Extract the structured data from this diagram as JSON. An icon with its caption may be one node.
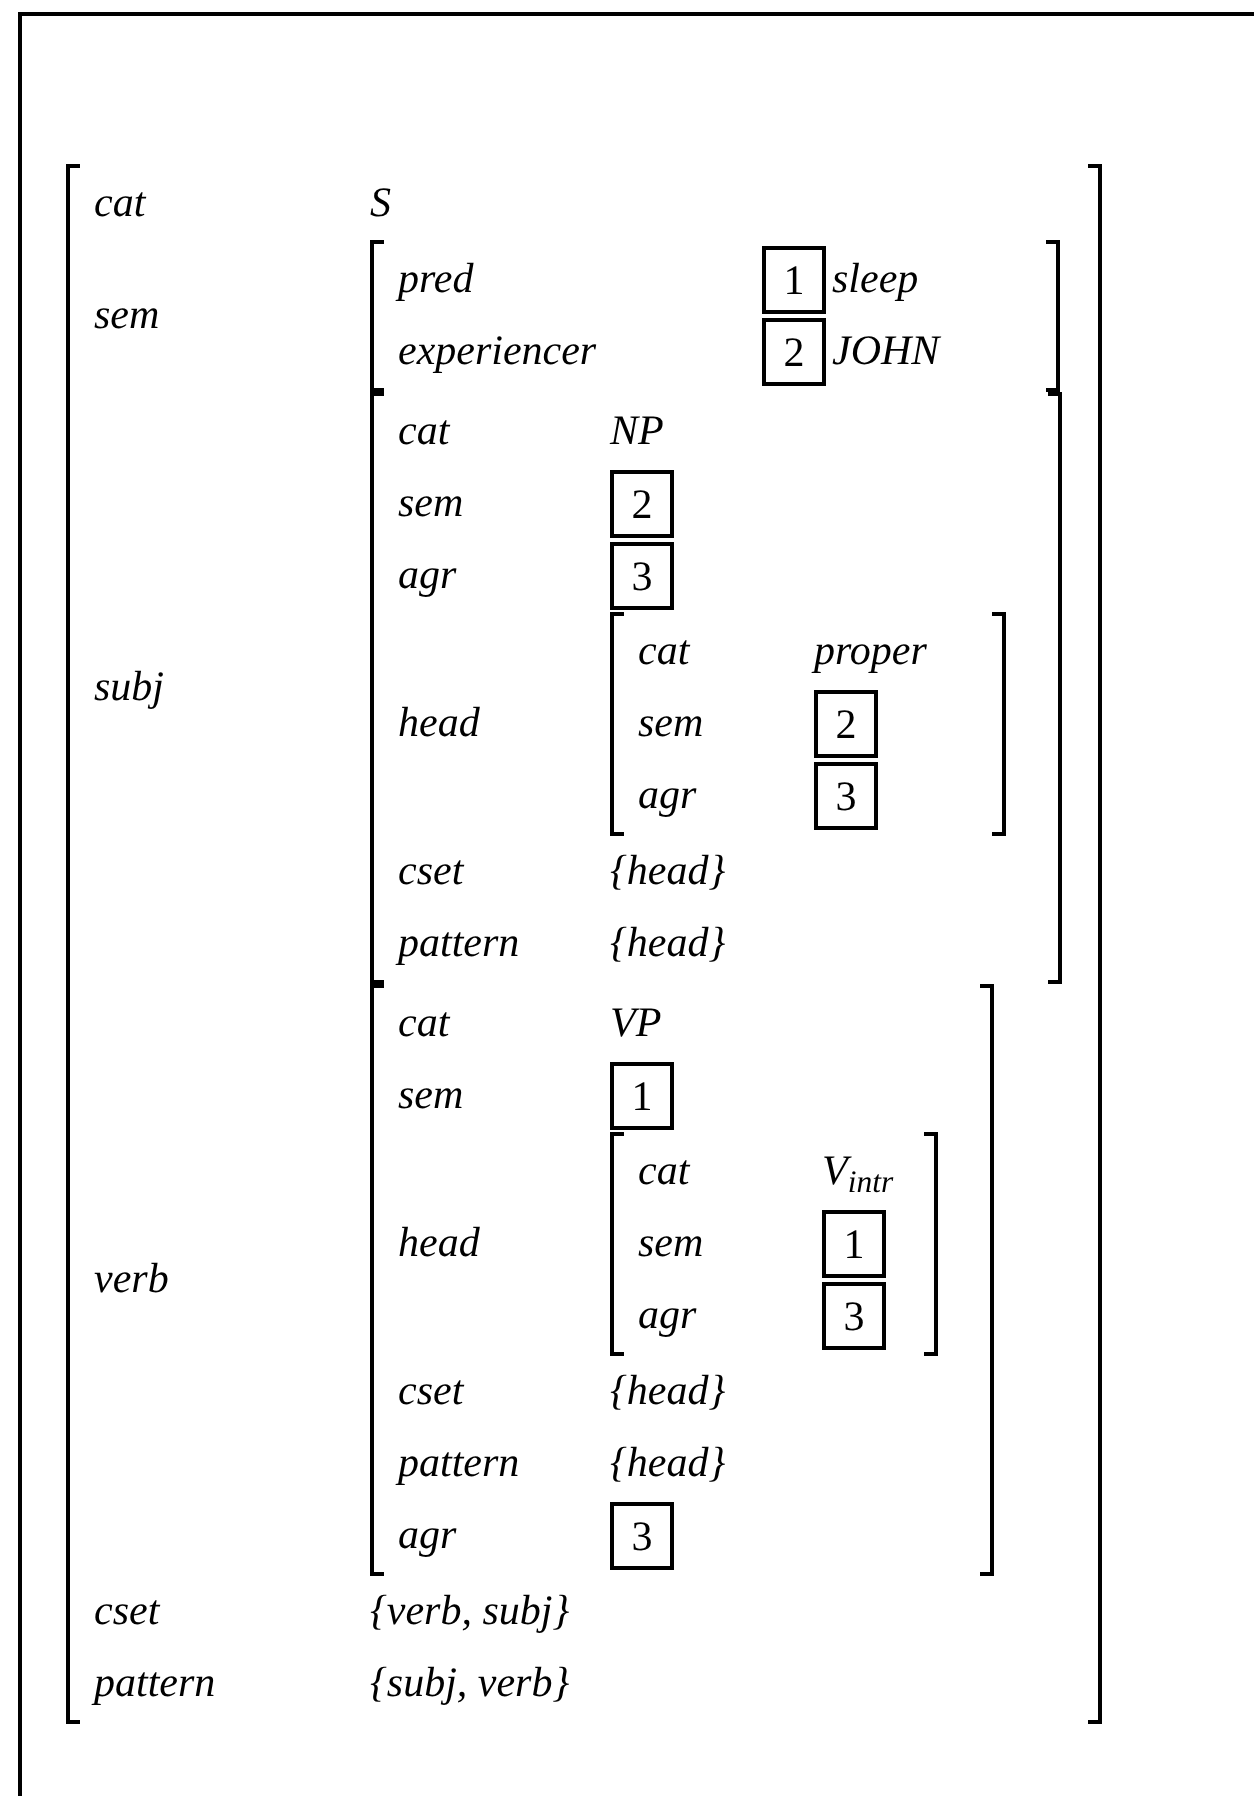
{
  "diagram": {
    "nodes": [
      {
        "text": [
          "cat",
          "S",
          "sem",
          "subj",
          "verb",
          "cset",
          "{verb, subj}",
          "pattern",
          "{subj, verb}"
        ]
      },
      {
        "text": [
          "pred",
          "sleep",
          "experiencer",
          "JOHN"
        ],
        "in": 0
      },
      {
        "text": [
          "1"
        ],
        "in": 1
      },
      {
        "text": [
          "2"
        ],
        "in": 1
      },
      {
        "text": [
          "cat",
          "NP",
          "sem",
          "agr",
          "head",
          "cset",
          "{head}",
          "pattern",
          "{head}"
        ],
        "in": 0
      },
      {
        "text": [
          "2"
        ],
        "in": 4
      },
      {
        "text": [
          "3"
        ],
        "in": 4
      },
      {
        "text": [
          "cat",
          "proper",
          "sem",
          "agr"
        ],
        "in": 4
      },
      {
        "text": [
          "2"
        ],
        "in": 7
      },
      {
        "text": [
          "3"
        ],
        "in": 7
      },
      {
        "text": [
          "cat",
          "VP",
          "sem",
          "head",
          "cset",
          "{head}",
          "pattern",
          "{head}",
          "agr"
        ],
        "in": 0
      },
      {
        "text": [
          "1"
        ],
        "in": 10
      },
      {
        "text": [
          "cat",
          "V$_{intr}$",
          "sem",
          "agr"
        ],
        "in": 10
      },
      {
        "text": [
          "1"
        ],
        "in": 12
      },
      {
        "text": [
          "3"
        ],
        "in": 12
      },
      {
        "text": [
          "3"
        ],
        "in": 10
      }
    ],
    "edges": []
  }
}
